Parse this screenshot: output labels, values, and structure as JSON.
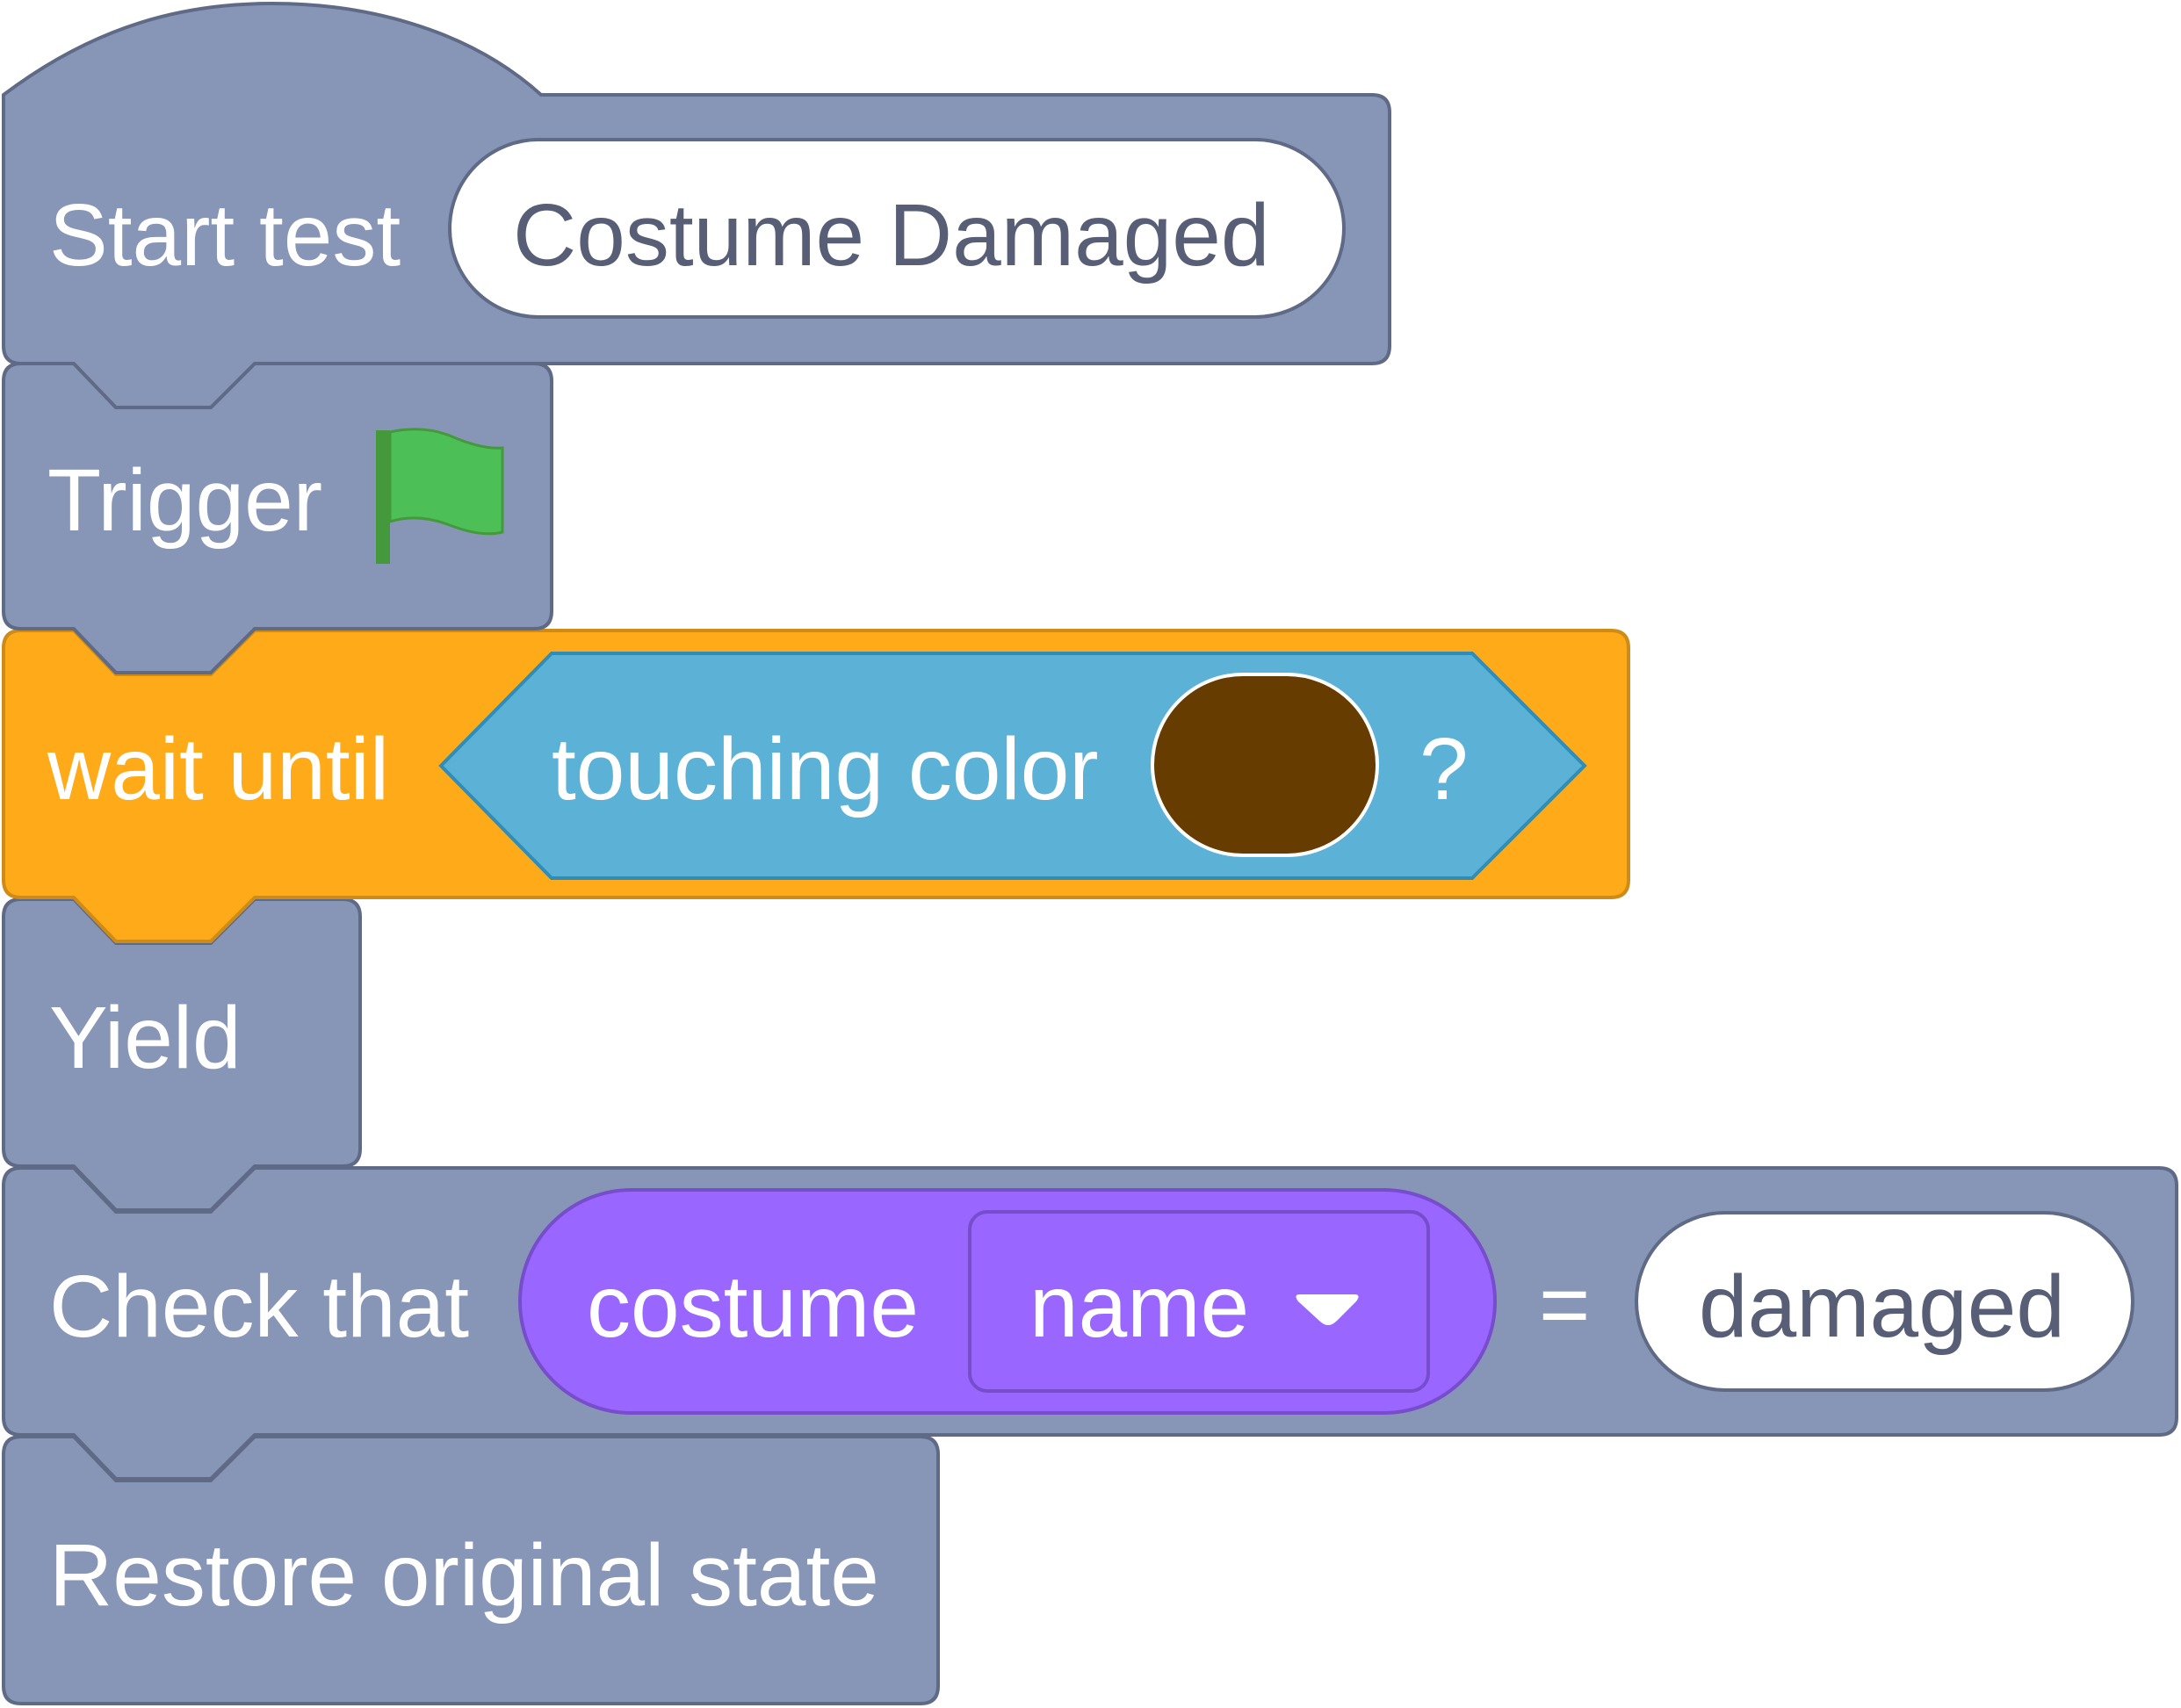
{
  "colors": {
    "test_block_fill": "#8796b7",
    "test_block_stroke": "#5f6b86",
    "control_fill": "#ffab19",
    "control_stroke": "#cf8b17",
    "sensing_fill": "#5cb1d6",
    "sensing_stroke": "#2e8eb8",
    "looks_fill": "#9966ff",
    "looks_stroke": "#774dcb",
    "input_fill": "#ffffff",
    "input_text": "#575e75",
    "touch_color": "#663c00",
    "flag_green": "#4cbf56"
  },
  "blocks": {
    "start_test": {
      "label": "Start test",
      "value": "Costume Damaged"
    },
    "trigger": {
      "label": "Trigger",
      "icon": "green-flag-icon"
    },
    "wait_until": {
      "label": "wait until",
      "condition": {
        "label": "touching color",
        "suffix": "?",
        "swatch": "#663c00"
      }
    },
    "yield": {
      "label": "Yield"
    },
    "check_that": {
      "label": "Check that",
      "reporter": {
        "label": "costume",
        "menu_value": "name",
        "menu_icon": "dropdown-arrow-icon"
      },
      "operator": "=",
      "value": "damaged"
    },
    "restore": {
      "label": "Restore original state"
    }
  }
}
